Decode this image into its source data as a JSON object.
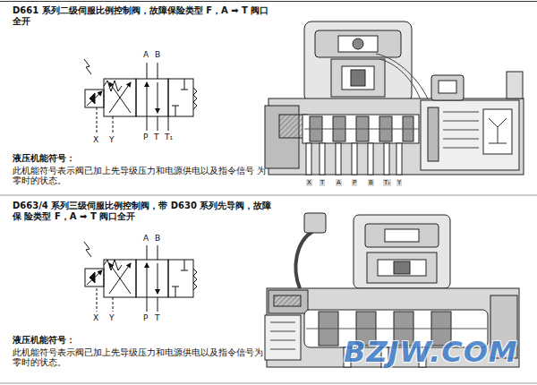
{
  "diagram": {
    "labels": [
      "D661 系列二级伺服比例控制阀，故障保险类型 F，A ➡ T 阀口 全开",
      "A",
      "B",
      "X",
      "Y",
      "P",
      "T",
      "T₁",
      "液压机能符号：",
      "此机能符号表示阀已加上先导级压力和电源供电以及指令信号 为零时的状态。",
      "X",
      "T",
      "A",
      "P",
      "B",
      "T₁",
      "Y",
      "D663/4 系列三级伺服比例控制阀，带 D630 系列先导阀，故障保 险类型 F，A ➡ T 阀口全开",
      "A",
      "B",
      "X",
      "Y",
      "P",
      "T",
      "液压机能符号：",
      "此机能符号表示阀已加上先导级压力和电源供电以及指令信号为 零时的状态。",
      "BZJW.COM"
    ]
  }
}
